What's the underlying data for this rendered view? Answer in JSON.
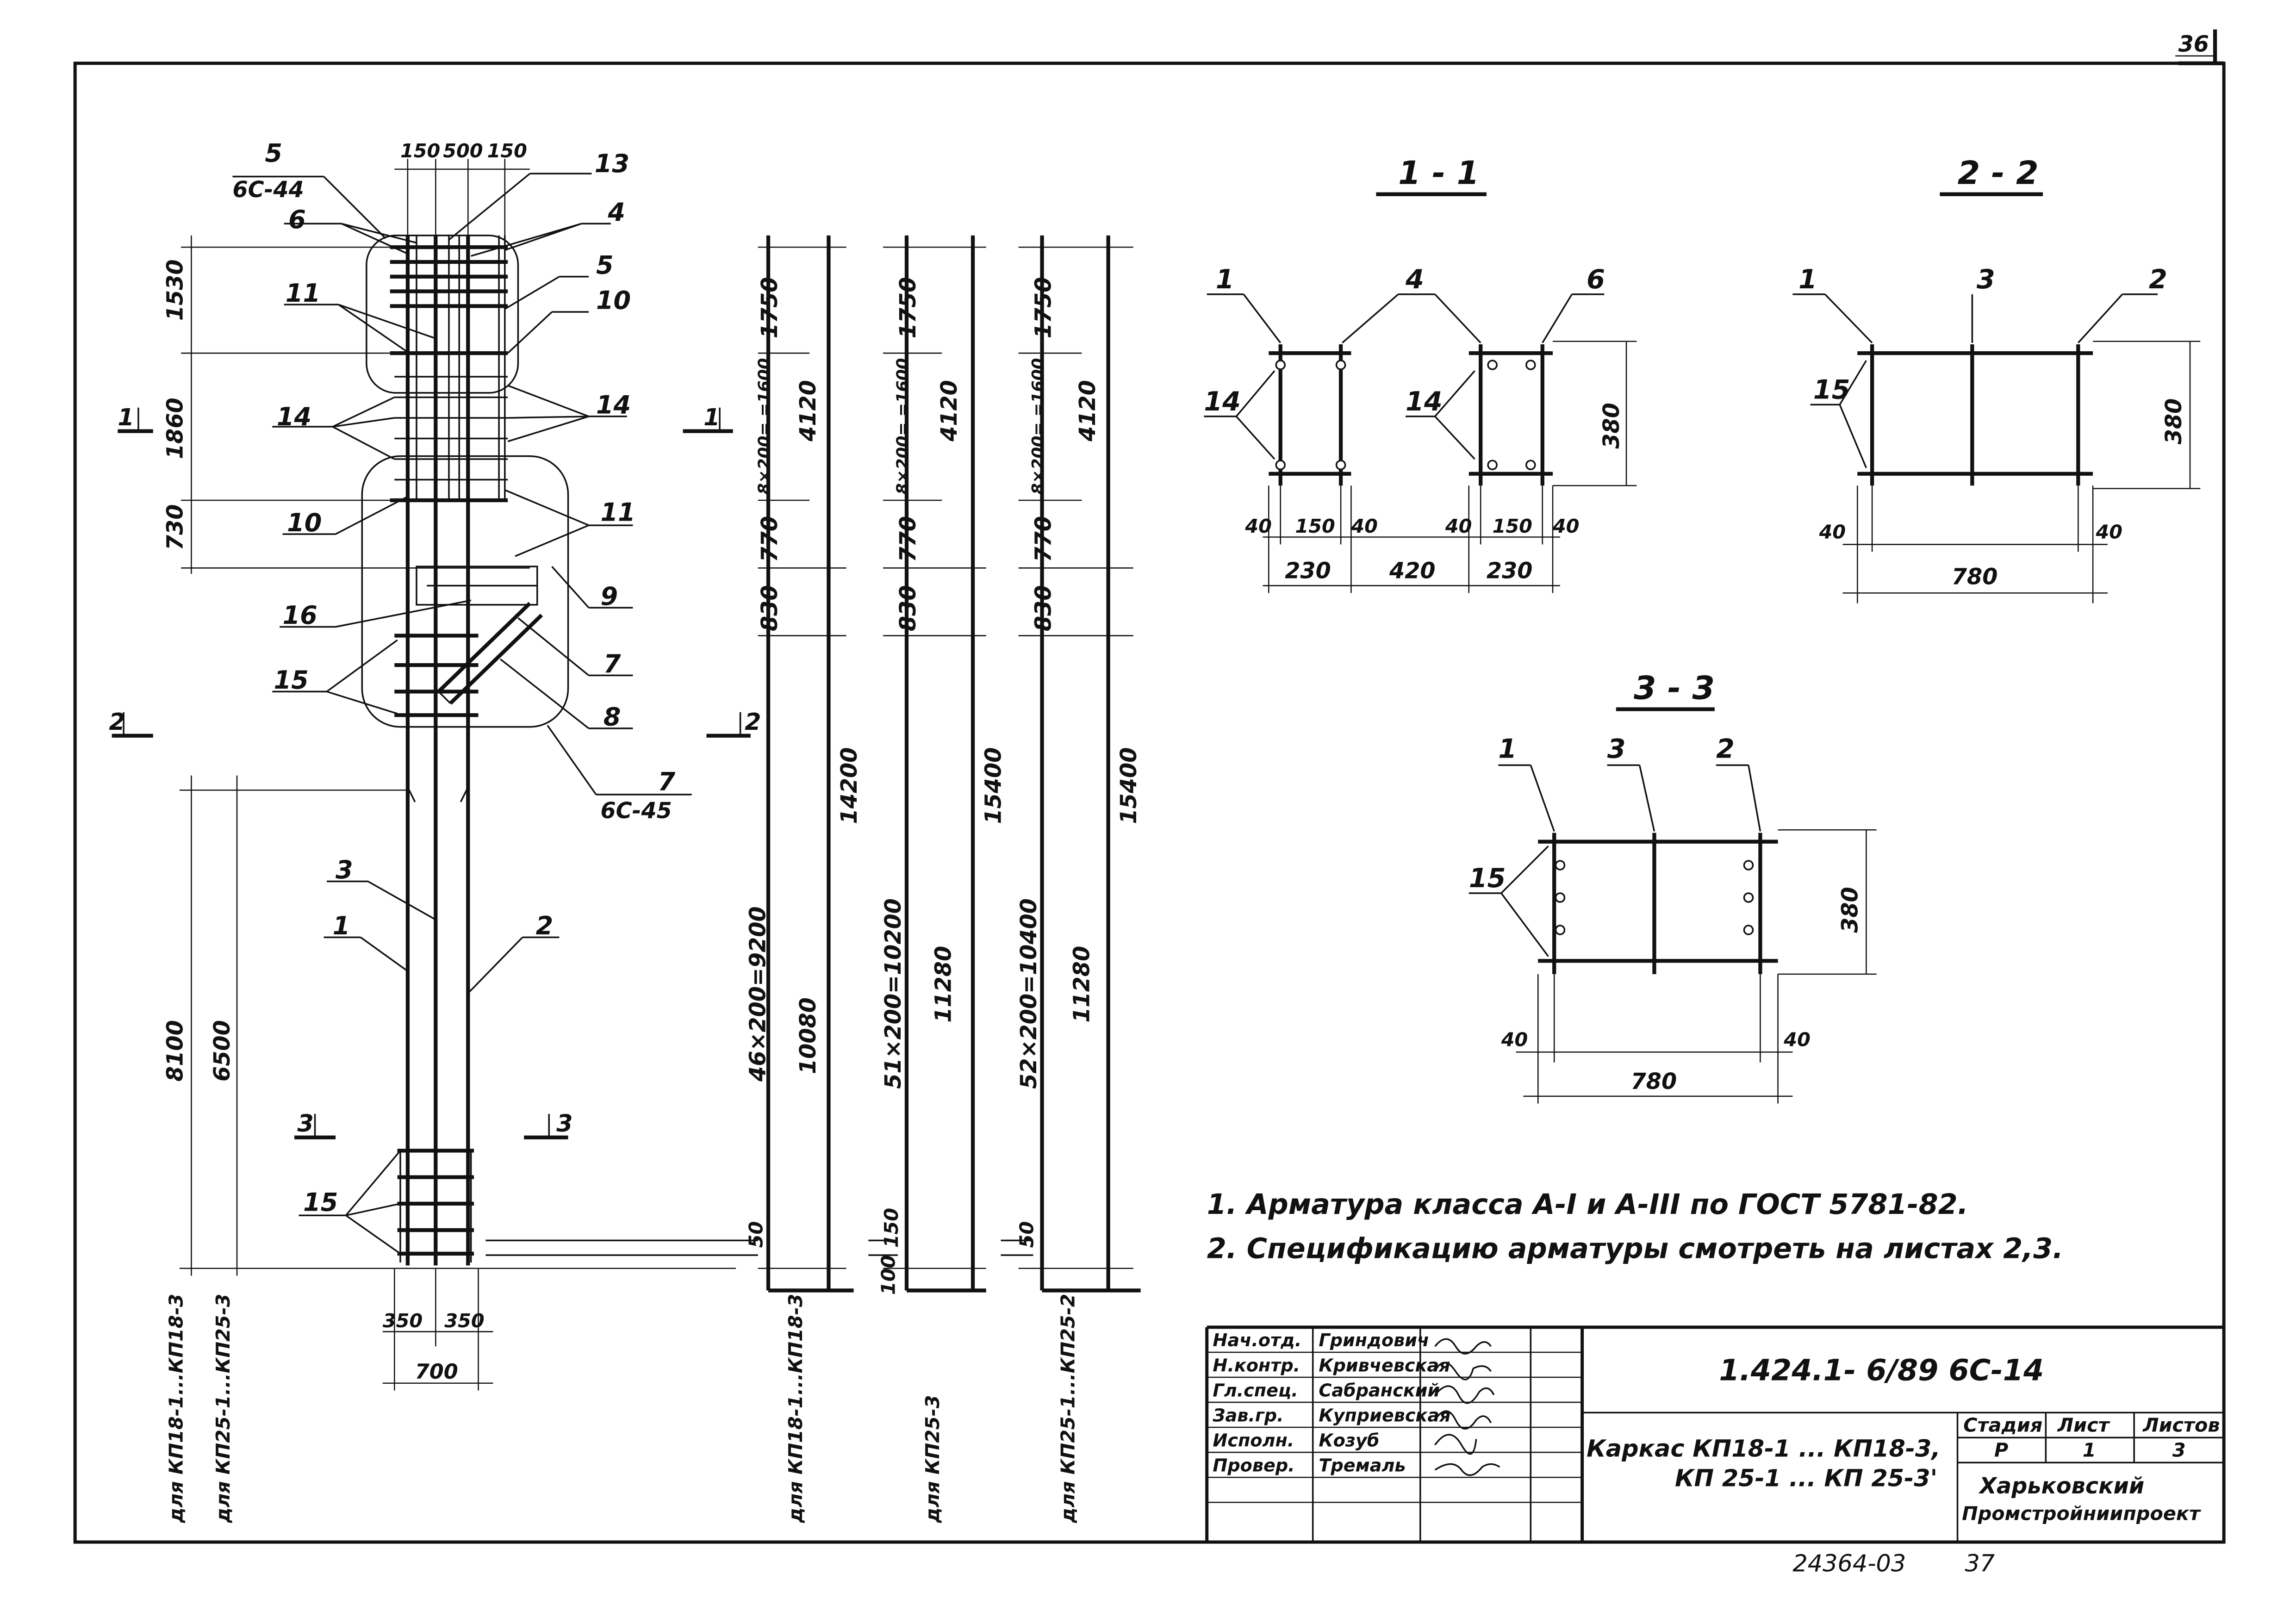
{
  "sheet_number": "36",
  "bottom_stamp": "24364-03",
  "bottom_stamp_page": "37",
  "notes": [
    "1. Арматура класса А-I и А-III по ГОСТ 5781-82.",
    "2. Спецификацию арматуры смотреть на листах 2,3."
  ],
  "title_block": {
    "code": "1.424.1- 6/89   6С-14",
    "title_line1": "Каркас КП18-1 ... КП18-3,",
    "title_line2": "КП 25-1 ... КП 25-3'",
    "stage_header": "Стадия",
    "sheet_header": "Лист",
    "sheets_header": "Листов",
    "stage": "Р",
    "sheet": "1",
    "sheets": "3",
    "org_line1": "Харьковский",
    "org_line2": "Промстройниипроект",
    "roles": [
      {
        "role": "Нач.отд.",
        "name": "Гриндович"
      },
      {
        "role": "Н.контр.",
        "name": "Кривчевская"
      },
      {
        "role": "Гл.спец.",
        "name": "Сабранский"
      },
      {
        "role": "Зав.гр.",
        "name": "Куприевская"
      },
      {
        "role": "Исполн.",
        "name": "Козуб"
      },
      {
        "role": "Провер.",
        "name": "Тремаль"
      }
    ]
  },
  "section_titles": {
    "s11": "1 - 1",
    "s22": "2 - 2",
    "s33": "3 - 3"
  },
  "section_marks": {
    "m1": "1",
    "m2": "2",
    "m3": "3"
  },
  "column": {
    "top_dims": [
      "150",
      "500",
      "150"
    ],
    "left_dims": [
      "1530",
      "1860",
      "730",
      "8100",
      "6500"
    ],
    "bottom_dims": [
      "350",
      "350",
      "700"
    ],
    "callouts": {
      "c5a": "5",
      "c5a_sub": "6С-44",
      "c6": "6",
      "c13": "13",
      "c4": "4",
      "c5b": "5",
      "c10a": "10",
      "c11a": "11",
      "c14a": "14",
      "c14b": "14",
      "c10b": "10",
      "c11b": "11",
      "c9": "9",
      "c16": "16",
      "c7a": "7",
      "c15a": "15",
      "c8": "8",
      "c7b": "7",
      "c7b_sub": "6С-45",
      "c3": "3",
      "c1": "1",
      "c2": "2",
      "c15b": "15"
    },
    "for_labels": [
      "для КП18-1...КП18-3",
      "для КП25-1...КП25-3"
    ]
  },
  "elevations": [
    {
      "d_top": "1750",
      "d_pitch": "8×200=\n=1600",
      "d_total": "4120",
      "d_770": "770",
      "d_830": "830",
      "d_main": "46×200=9200",
      "d_len1": "10080",
      "d_len2": "14200",
      "d_bot": "50",
      "label": "для КП18-1...КП18-3"
    },
    {
      "d_top": "1750",
      "d_pitch": "8×200=\n=1600",
      "d_total": "4120",
      "d_770": "770",
      "d_830": "830",
      "d_main": "51×200=10200",
      "d_len1": "11280",
      "d_len2": "15400",
      "d_bot": "150",
      "d_bot2": "100",
      "label": "для КП25-3"
    },
    {
      "d_top": "1750",
      "d_pitch": "8×200=\n=1600",
      "d_total": "4120",
      "d_770": "770",
      "d_830": "830",
      "d_main": "52×200=10400",
      "d_len1": "11280",
      "d_len2": "15400",
      "d_bot": "50",
      "label": "для КП25-1...КП25-2"
    }
  ],
  "sec11": {
    "labels": [
      "1",
      "4",
      "6",
      "14",
      "14"
    ],
    "dims": [
      "380",
      "40",
      "150",
      "40",
      "40",
      "150",
      "40",
      "230",
      "420",
      "230"
    ]
  },
  "sec22": {
    "labels": [
      "1",
      "3",
      "2",
      "15"
    ],
    "dims": [
      "380",
      "40",
      "40",
      "780"
    ]
  },
  "sec33": {
    "labels": [
      "1",
      "3",
      "2",
      "15"
    ],
    "dims": [
      "380",
      "40",
      "40",
      "780"
    ]
  }
}
